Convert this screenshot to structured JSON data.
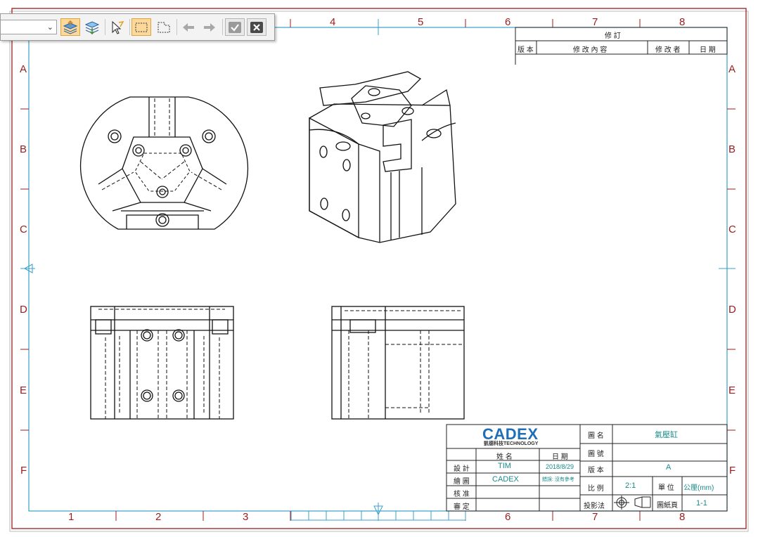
{
  "sheet": {
    "col_labels_top": [
      "4",
      "5",
      "6",
      "7",
      "8"
    ],
    "col_labels_bottom": [
      "1",
      "2",
      "3",
      "6",
      "7",
      "8"
    ],
    "row_labels": [
      "A",
      "B",
      "C",
      "D",
      "E",
      "F"
    ]
  },
  "revision_table": {
    "title": "修 訂",
    "headers": [
      "版 本",
      "修 改 內 容",
      "修 改 者",
      "日 期"
    ]
  },
  "title_block": {
    "logo": "CADEX",
    "logo_sub": "凱德科技TECHNOLOGY",
    "header_name": "姓 名",
    "header_date": "日 期",
    "rows": [
      {
        "label": "設 計",
        "name": "TIM",
        "date": "2018/8/29"
      },
      {
        "label": "繪 圖",
        "name": "CADEX",
        "date": "錯誤: 沒有參考"
      },
      {
        "label": "核 准",
        "name": "",
        "date": ""
      },
      {
        "label": "審 定",
        "name": "",
        "date": ""
      }
    ],
    "drawing_name_label": "圖 名",
    "drawing_name_value": "氣壓缸",
    "drawing_no_label": "圖 號",
    "drawing_no_value": "",
    "version_label": "版 本",
    "version_value": "A",
    "scale_label": "比 例",
    "scale_value": "2:1",
    "unit_label": "單 位",
    "unit_value": "公厘(mm)",
    "projection_label": "投影法",
    "page_label": "圖紙頁",
    "page_value": "1-1"
  },
  "colors": {
    "border_red": "#9c1c1c",
    "frame_cyan": "#3aa0c8",
    "title_teal": "#1a8a8a",
    "logo_blue": "#1e6fb5"
  },
  "toolbar": {
    "dropdown_value": "",
    "buttons": [
      "layer-up-icon",
      "layer-down-icon",
      "select-cursor-icon",
      "rectangle-select-icon",
      "polygon-select-icon",
      "arrow-left-icon",
      "arrow-right-icon",
      "check-icon",
      "close-icon"
    ]
  }
}
